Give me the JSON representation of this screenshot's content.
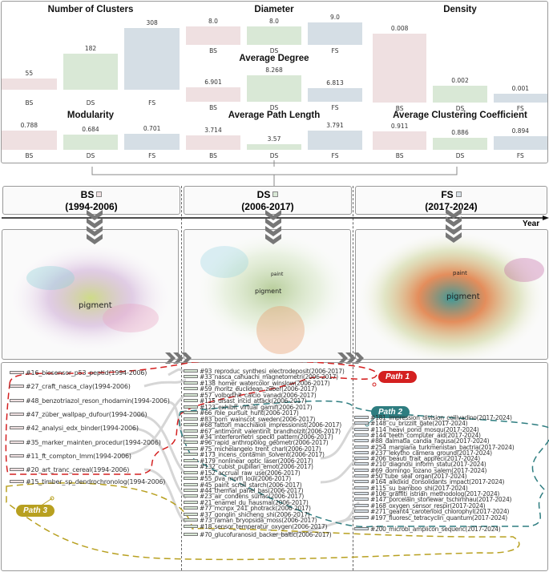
{
  "chart_data": [
    {
      "type": "bar",
      "title": "Number of Clusters",
      "categories": [
        "BS",
        "DS",
        "FS"
      ],
      "values": [
        55,
        182,
        308
      ],
      "value_labels": [
        "55",
        "182",
        "308"
      ],
      "ylim": [
        0,
        360
      ]
    },
    {
      "type": "bar",
      "title": "Diameter",
      "categories": [
        "BS",
        "DS",
        "FS"
      ],
      "values": [
        8.0,
        8.0,
        9.0
      ],
      "value_labels": [
        "8.0",
        "8.0",
        "9.0"
      ],
      "ylim": [
        3.4,
        10.6
      ]
    },
    {
      "type": "bar",
      "title": "Average Degree",
      "categories": [
        "BS",
        "DS",
        "FS"
      ],
      "values": [
        6.901,
        8.268,
        6.813
      ],
      "value_labels": [
        "6.901",
        "8.268",
        "6.813"
      ],
      "ylim": [
        5.26,
        8.9
      ]
    },
    {
      "type": "bar",
      "title": "Density",
      "categories": [
        "BS",
        "DS",
        "FS"
      ],
      "values": [
        0.008,
        0.002,
        0.001
      ],
      "value_labels": [
        "0.008",
        "0.002",
        "0.001"
      ],
      "ylim": [
        0,
        0.0086
      ]
    },
    {
      "type": "bar",
      "title": "Modularity",
      "categories": [
        "BS",
        "DS",
        "FS"
      ],
      "values": [
        0.788,
        0.684,
        0.701
      ],
      "value_labels": [
        "0.788",
        "0.684",
        "0.701"
      ],
      "ylim": [
        0.288,
        0.83
      ]
    },
    {
      "type": "bar",
      "title": "Average Path Length",
      "categories": [
        "BS",
        "DS",
        "FS"
      ],
      "values": [
        3.714,
        3.57,
        3.791
      ],
      "value_labels": [
        "3.714",
        "3.57",
        "3.791"
      ],
      "ylim": [
        3.477,
        3.82
      ]
    },
    {
      "type": "bar",
      "title": "Average Clustering Coefficient",
      "categories": [
        "BS",
        "DS",
        "FS"
      ],
      "values": [
        0.911,
        0.886,
        0.894
      ],
      "value_labels": [
        "0.911",
        "0.886",
        "0.894"
      ],
      "ylim": [
        0.842,
        0.92
      ]
    }
  ],
  "colors": {
    "BS": "#efe0e1",
    "DS": "#d9e8d6",
    "FS": "#d5dee5",
    "path1": "#d42020",
    "path2": "#2e7d80",
    "path3": "#b8a020"
  },
  "periods": [
    {
      "name": "BS",
      "years": "(1994-2006)"
    },
    {
      "name": "DS",
      "years": "(2006-2017)"
    },
    {
      "name": "FS",
      "years": "(2017-2024)"
    }
  ],
  "timeline": {
    "axis_label": "Year"
  },
  "networks": {
    "center_label": "pigment",
    "ds_extra": "paint",
    "fs_extra": "paint"
  },
  "paths": {
    "p1": "Path 1",
    "p2": "Path 2",
    "p3": "Path 3"
  },
  "bs_clusters": [
    "#16_biosensor_p53_peptid(1994-2006)",
    "#27_craft_nasca_clay(1994-2006)",
    "#48_benzotriazol_reson_rhodamin(1994-2006)",
    "#47_züber_wallpap_dufour(1994-2006)",
    "#42_analysi_edx_binder(1994-2006)",
    "#35_marker_mainten_procedur(1994-2006)",
    "#11_ft_compton_lmm(1994-2006)",
    "#20_art_tranc_cereal(1994-2006)",
    "#15_timber_sp_dendrochronolog(1994-2006)"
  ],
  "ds_clusters": [
    "#93_reproduc_synthesi_electrodeposit(2006-2017)",
    "#33_nasca_cahuachi_magnetometri(2006-2017)",
    "#138_homer_watercolor_winslow(2006-2017)",
    "#59_moritz_euclidean_züber(2006-2017)",
    "#57_volborthit_calcio_vanad(2006-2017)",
    "#115_disast_incid_attack(2006-2017)",
    "#123_exhibit_virtual_gamif(2006-2017)",
    "#66_role_pursuit_hunt(2006-2017)",
    "#83_born_wainscot_sweden(2006-2017)",
    "#68_fattori_macchiaioli_impressionist(2006-2017)",
    "#67_antimonit_valentinit_brandholzit(2006-2017)",
    "#34_interferometri_speckl_pattern(2006-2017)",
    "#96_rapid_anthropolog_geometr(2006-2017)",
    "#75_michelangelo_trent_charl(2006-2017)",
    "#173_incens_contamin_solvent(2006-2017)",
    "#179_nonlinear_optic_laser(2006-2017)",
    "#132_cubist_pupillari_emot(2006-2017)",
    "#152_accrual_raw_use(2006-2017)",
    "#55_pva_morri_loui(2006-2017)",
    "#45_paint_scroll_starch(2006-2017)",
    "#44_thermal_panel_bas(2006-2017)",
    "#23_air_condens_surfac(2006-2017)",
    "#21_enamel_du_hausmal(2006-2017)",
    "#77_mcnpx_241_photrack(2006-2017)",
    "#37_gonglin_shicheng_shi(2006-2017)",
    "#73_raman_bryopsida_moss(2006-2017)",
    "#18_sensor_temperatur_oxygen(2006-2017)",
    "#70_glucofuranosid_backer_baltic(2006-2017)"
  ],
  "fs_clusters": [
    "#181_impression_division_collivadino(2017-2024)",
    "#148_cu_brizzilt_gate(2017-2024)",
    "#114_heavi_pond_mosqu(2017-2024)",
    "#144_teeth_computer_aid(2017-2024)",
    "#88_dalmatia_candia_ragusa(2017-2024)",
    "#254_margiana_turkmenistan_bactria(2017-2024)",
    "#237_lekytho_camera_ground(2017-2024)",
    "#206_beauti_trait_appreci(2017-2024)",
    "#210_diagnosi_inform_statu(2017-2024)",
    "#69_domingo_lozano_salem(2017-2024)",
    "#50_tube_seal_organ(2017-2024)",
    "#164_alkoxid_consolidants_impact(2017-2024)",
    "#115_su_bamboo_shi(2017-2024)",
    "#106_graffiti_istrian_methodolog(2017-2024)",
    "#147_porcelain_stonewar_tschirnhau(2017-2024)",
    "#168_oxygen_sensor_respir(2017-2024)",
    "#271_geant4_carotenoid_chlorophyl(2017-2024)",
    "#197_fluoresc_tetracyclin_quantum(2017-2024)",
    "#200_microbi_amplicon_sequenc(2017-2024)"
  ]
}
